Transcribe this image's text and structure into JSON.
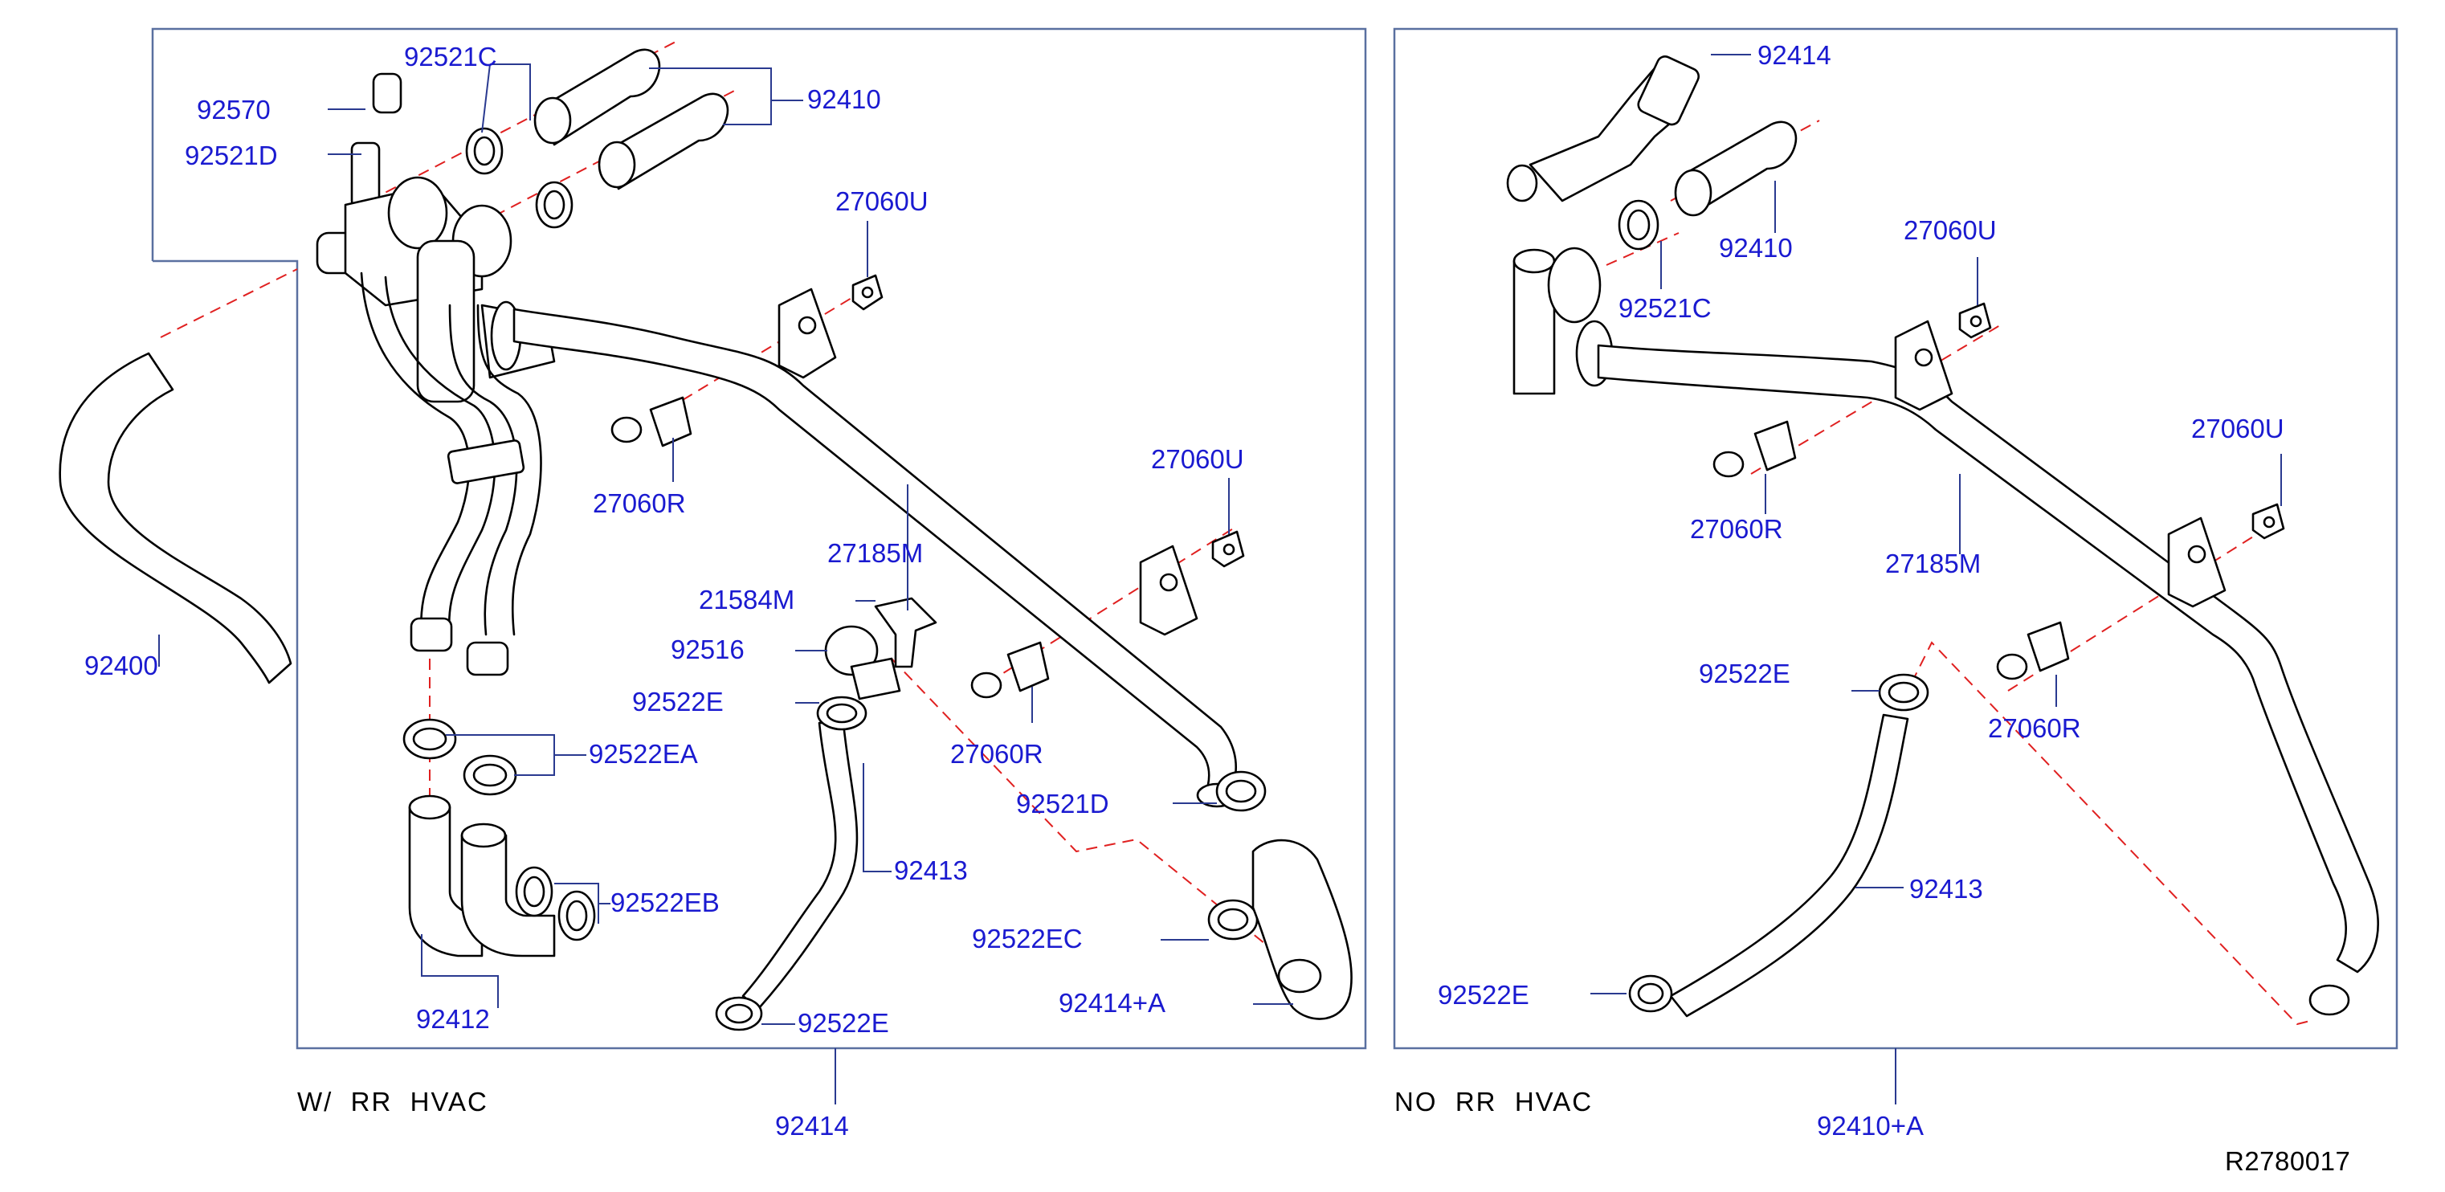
{
  "left_panel": {
    "caption": "W/  RR  HVAC",
    "labels": {
      "p92570": "92570",
      "p92521C": "92521C",
      "p92521D_top": "92521D",
      "p92410": "92410",
      "p27060U_a": "27060U",
      "p27060R_a": "27060R",
      "p27185M": "27185M",
      "p27060U_b": "27060U",
      "p92400": "92400",
      "p21584M": "21584M",
      "p92516": "92516",
      "p92522E_a": "92522E",
      "p27060R_b": "27060R",
      "p92522EA": "92522EA",
      "p92521D_mid": "92521D",
      "p92413": "92413",
      "p92522EB": "92522EB",
      "p92522EC": "92522EC",
      "p92414A": "92414+A",
      "p92412": "92412",
      "p92522E_b": "92522E",
      "p92414": "92414"
    }
  },
  "right_panel": {
    "caption": "NO  RR  HVAC",
    "labels": {
      "p92414": "92414",
      "p92410": "92410",
      "p27060U_a": "27060U",
      "p92521C": "92521C",
      "p27060U_b": "27060U",
      "p27060R_a": "27060R",
      "p27185M": "27185M",
      "p92522E_a": "92522E",
      "p27060R_b": "27060R",
      "p92413": "92413",
      "p92522E_b": "92522E",
      "p92410A": "92410+A"
    }
  },
  "figure_code": "R2780017"
}
